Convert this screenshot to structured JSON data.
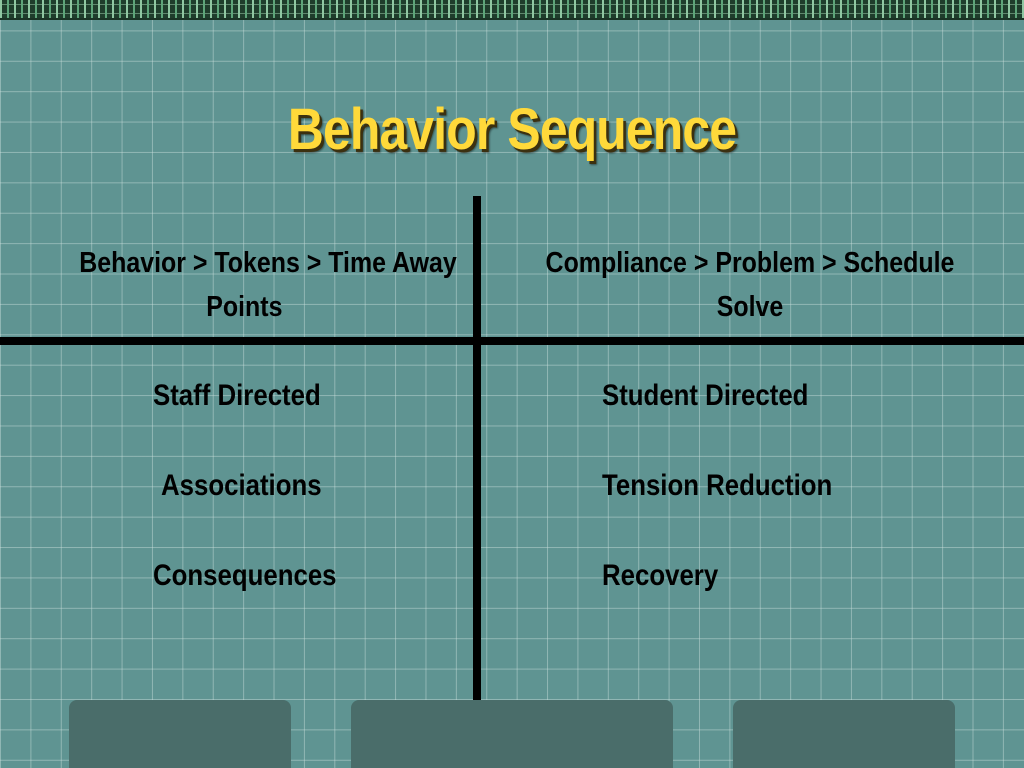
{
  "slide": {
    "title": "Behavior Sequence",
    "left_column": {
      "header_line1": "Behavior > Tokens > Time Away",
      "header_line2": "Points",
      "items": [
        "Staff Directed",
        "Associations",
        "Consequences"
      ]
    },
    "right_column": {
      "header_line1": "Compliance > Problem > Schedule",
      "header_line2": "Solve",
      "items": [
        "Student Directed",
        "Tension Reduction",
        "Recovery"
      ]
    }
  },
  "colors": {
    "background": "#5f9492",
    "title": "#ffd93a",
    "text": "#000000",
    "divider": "#000000",
    "footer_tabs": "#4a6d6a"
  }
}
